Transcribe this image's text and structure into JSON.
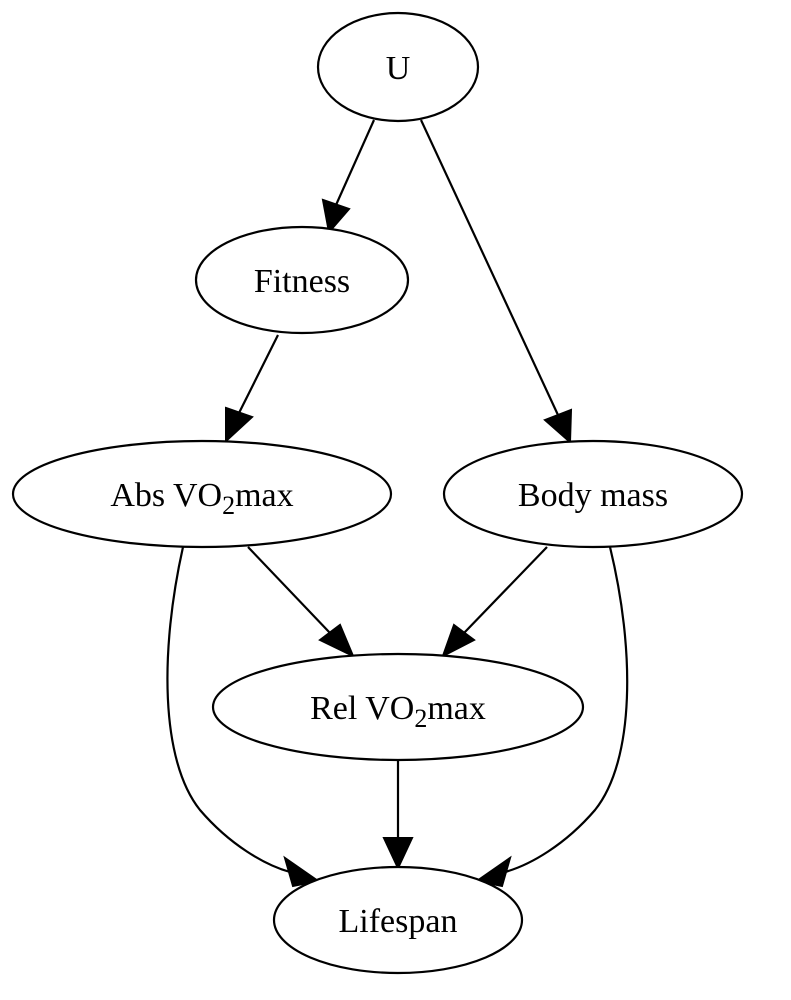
{
  "diagram": {
    "type": "directed-acyclic-graph",
    "nodes": [
      {
        "id": "U",
        "label": "U"
      },
      {
        "id": "Fitness",
        "label": "Fitness"
      },
      {
        "id": "AbsVO2max",
        "label_parts": [
          "Abs VO",
          "2",
          "max"
        ]
      },
      {
        "id": "BodyMass",
        "label": "Body mass"
      },
      {
        "id": "RelVO2max",
        "label_parts": [
          "Rel VO",
          "2",
          "max"
        ]
      },
      {
        "id": "Lifespan",
        "label": "Lifespan"
      }
    ],
    "edges": [
      {
        "from": "U",
        "to": "Fitness"
      },
      {
        "from": "U",
        "to": "BodyMass"
      },
      {
        "from": "Fitness",
        "to": "AbsVO2max"
      },
      {
        "from": "AbsVO2max",
        "to": "RelVO2max"
      },
      {
        "from": "BodyMass",
        "to": "RelVO2max"
      },
      {
        "from": "AbsVO2max",
        "to": "Lifespan"
      },
      {
        "from": "RelVO2max",
        "to": "Lifespan"
      },
      {
        "from": "BodyMass",
        "to": "Lifespan"
      }
    ]
  }
}
